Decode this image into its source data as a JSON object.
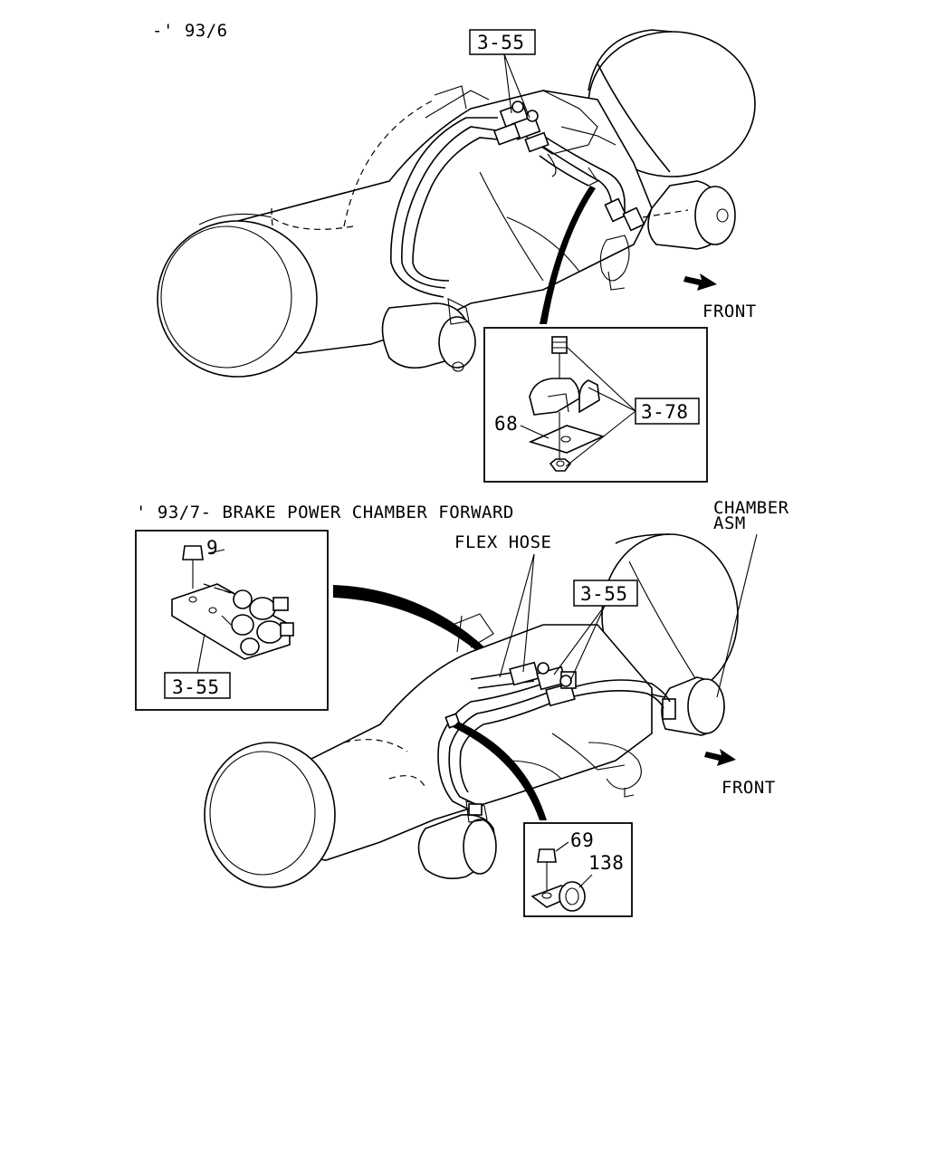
{
  "top": {
    "range_label": "-' 93/6",
    "callout_main": "3-55",
    "callout_detail": "3-78",
    "part_68": "68",
    "front_label": "FRONT"
  },
  "bottom": {
    "range_label": "' 93/7- BRAKE POWER CHAMBER FORWARD",
    "part_9": "9",
    "inset_callout": "3-55",
    "flex_hose_label": "FLEX HOSE",
    "callout_main": "3-55",
    "chamber_label_line1": "CHAMBER",
    "chamber_label_line2": "ASM",
    "front_label": "FRONT",
    "part_69": "69",
    "part_138": "138"
  }
}
